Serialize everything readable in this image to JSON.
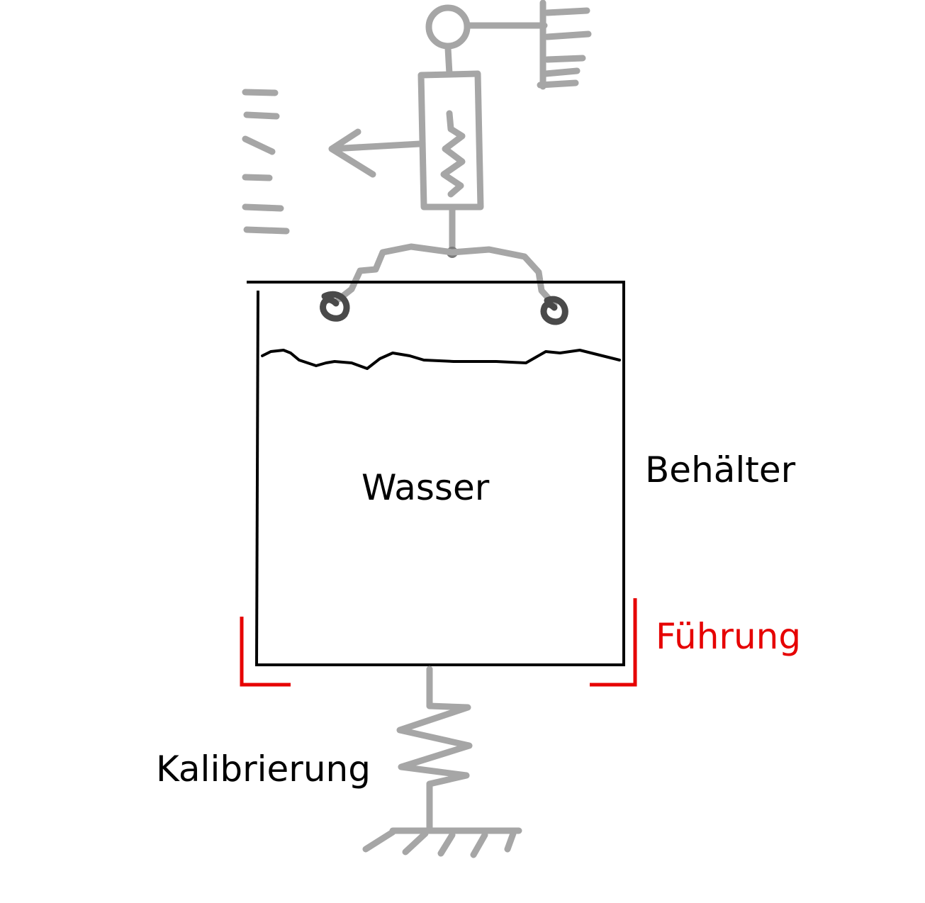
{
  "labels": {
    "water": "Wasser",
    "container": "Behälter",
    "guide": "Führung",
    "calibration": "Kalibrierung"
  },
  "colors": {
    "sketch": "#a6a6a6",
    "sketch_dark": "#4a4a4a",
    "ink": "#000000",
    "guide": "#e60000",
    "background": "#ffffff"
  }
}
